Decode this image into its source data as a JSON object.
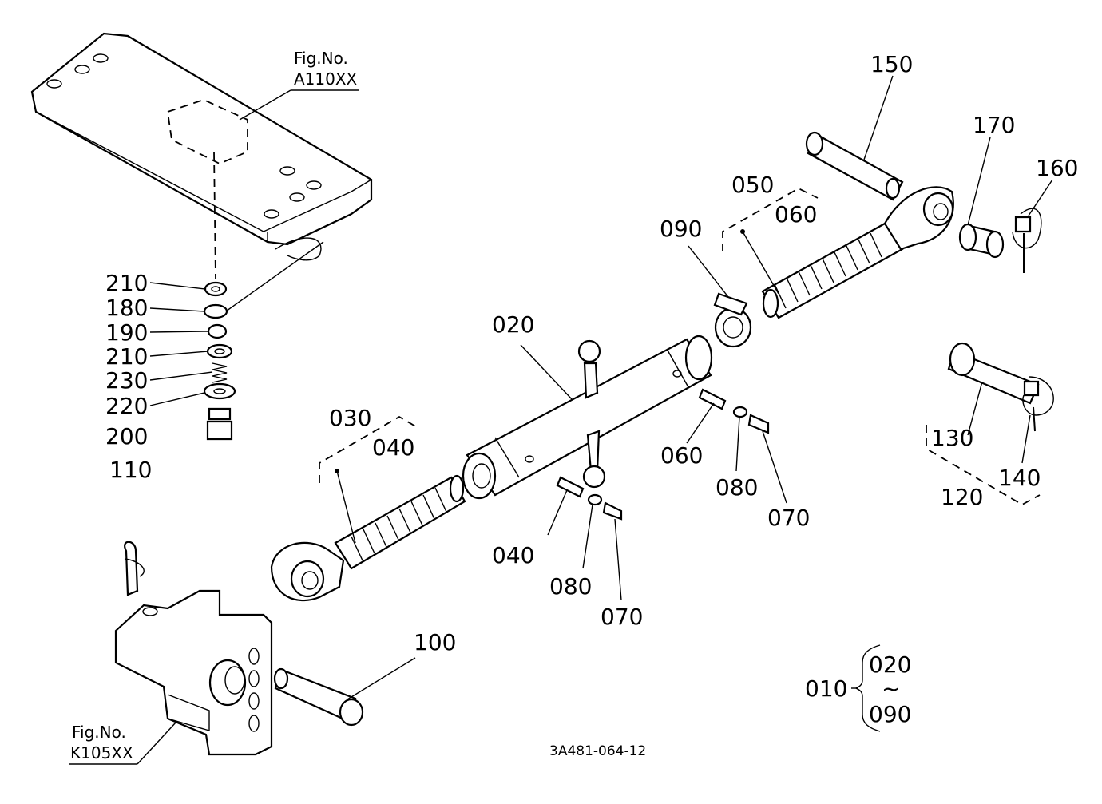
{
  "diagram": {
    "fig_refs": [
      {
        "id": "fig-a110",
        "label": "Fig.No.",
        "number": "A110XX"
      },
      {
        "id": "fig-k105",
        "label": "Fig.No.",
        "number": "K105XX"
      }
    ],
    "callouts": {
      "p150": "150",
      "p170": "170",
      "p160": "160",
      "p050": "050",
      "p060a": "060",
      "p090": "090",
      "p020": "020",
      "p210a": "210",
      "p180": "180",
      "p190": "190",
      "p210b": "210",
      "p230": "230",
      "p220": "220",
      "p200": "200",
      "p110": "110",
      "p030": "030",
      "p040a": "040",
      "p060b": "060",
      "p080a": "080",
      "p070a": "070",
      "p040b": "040",
      "p080b": "080",
      "p070b": "070",
      "p130": "130",
      "p140": "140",
      "p120": "120",
      "p100": "100"
    },
    "assembly": {
      "parent": "010",
      "from": "020",
      "tilde": "~",
      "to": "090"
    },
    "drawing_code": "3A481-064-12"
  }
}
